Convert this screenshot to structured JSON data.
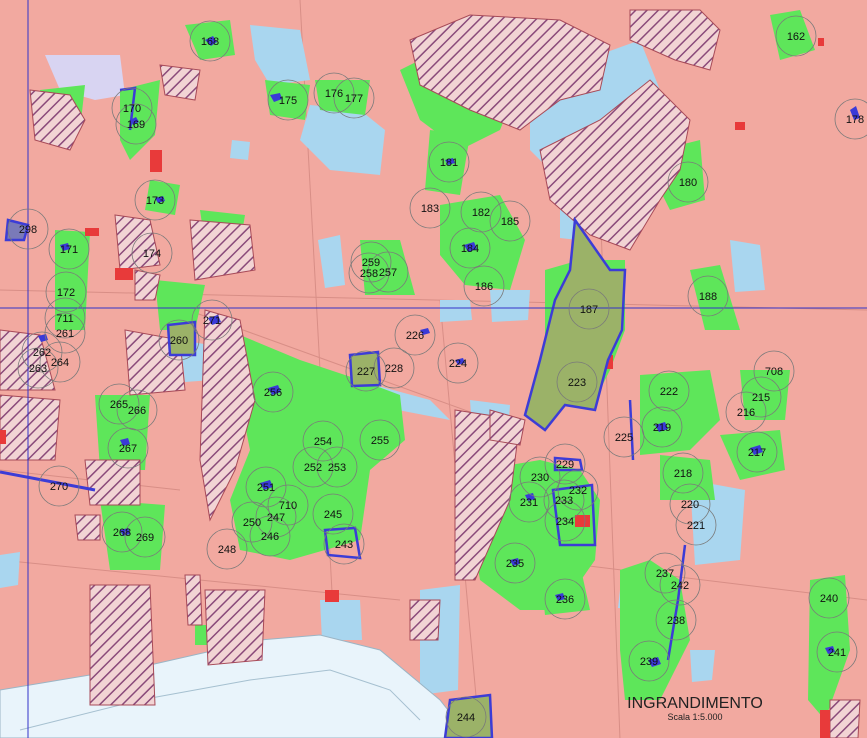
{
  "map": {
    "title": "INGRANDIMENTO",
    "scale_text": "Scala 1:5.000",
    "colors": {
      "urban_base": "#f2a9a0",
      "green_area": "#5ee65a",
      "water": "#a9d6ef",
      "hatched": "#d98f95",
      "boundary": "#3c3cd6",
      "red_block": "#e83a3a",
      "olive_block": "#9bb268"
    },
    "labels": [
      "162",
      "168",
      "170",
      "169",
      "175",
      "176",
      "177",
      "178",
      "173",
      "174",
      "181",
      "183",
      "182",
      "185",
      "180",
      "184",
      "186",
      "298",
      "171",
      "172",
      "711",
      "261",
      "262",
      "263",
      "264",
      "259",
      "258",
      "257",
      "188",
      "187",
      "271",
      "260",
      "226",
      "227",
      "228",
      "224",
      "223",
      "222",
      "708",
      "215",
      "216",
      "219",
      "225",
      "217",
      "218",
      "220",
      "221",
      "256",
      "265",
      "266",
      "267",
      "254",
      "255",
      "252",
      "253",
      "251",
      "710",
      "247",
      "250",
      "246",
      "245",
      "243",
      "242",
      "248",
      "230",
      "229",
      "232",
      "231",
      "233",
      "234",
      "235",
      "236",
      "237",
      "238",
      "239",
      "240",
      "241",
      "244",
      "268",
      "269",
      "270"
    ]
  }
}
